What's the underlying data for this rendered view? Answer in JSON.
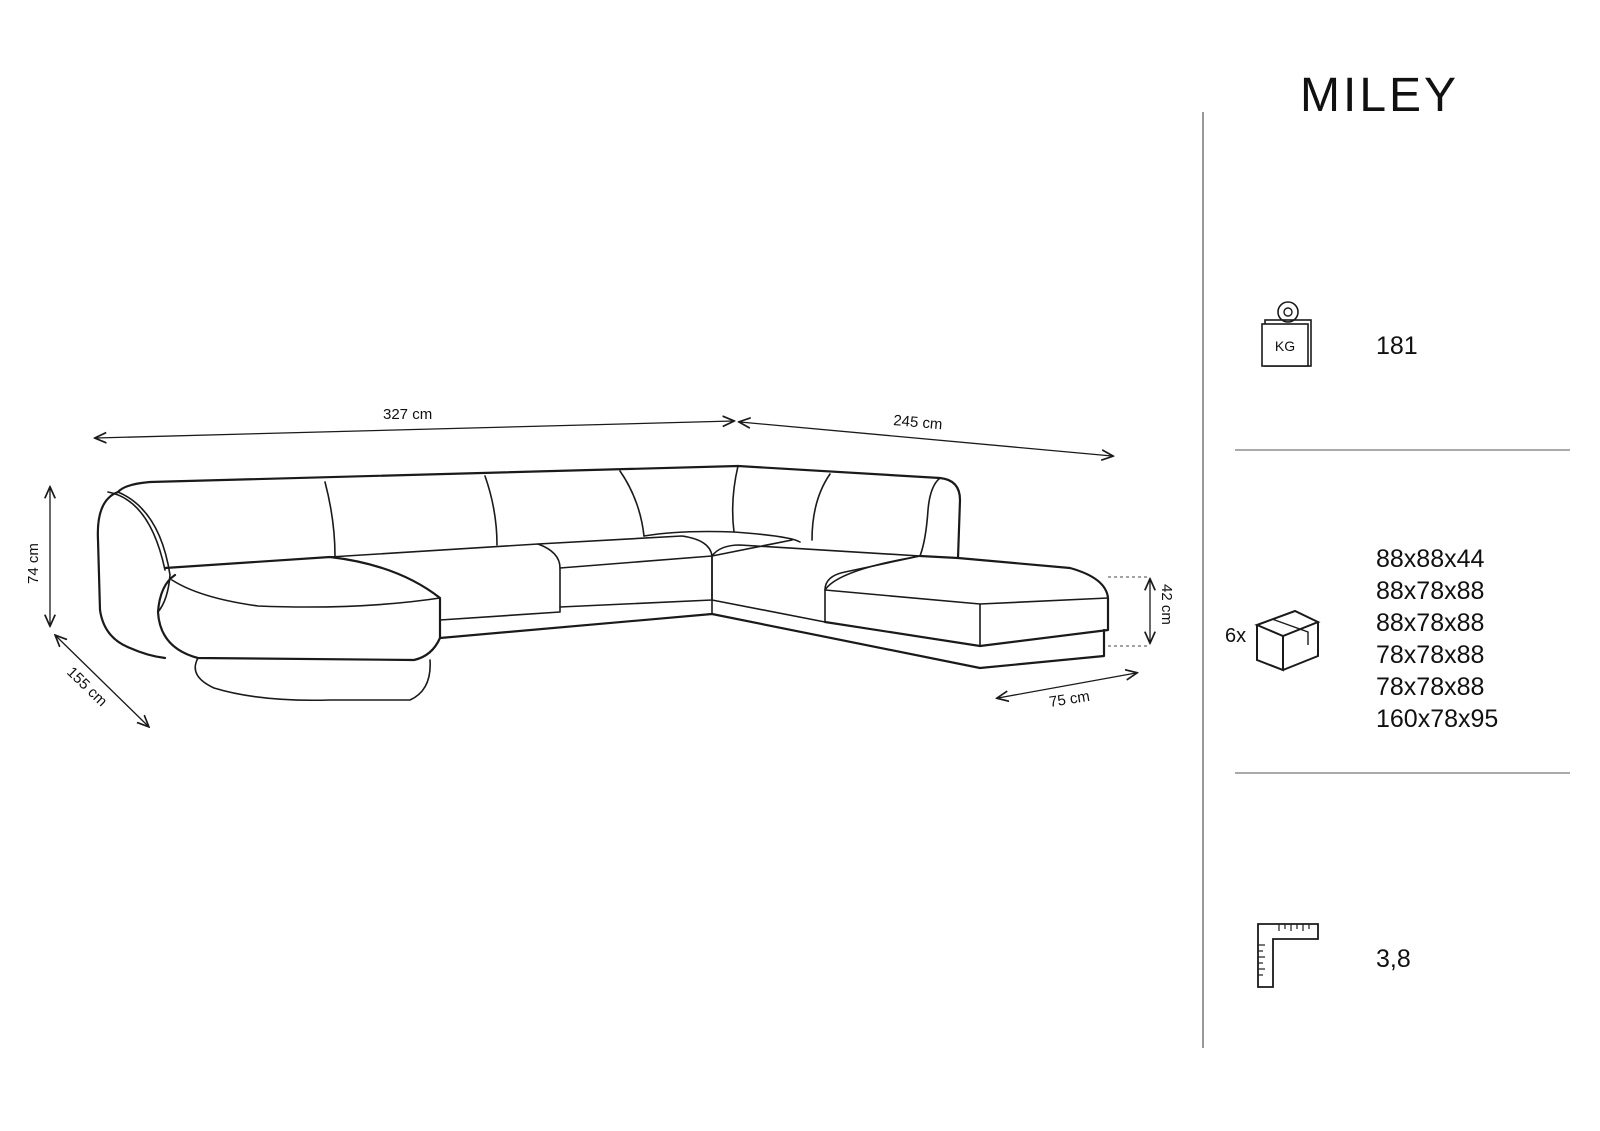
{
  "product": {
    "name": "MILEY"
  },
  "dimensions": {
    "width_left": "327 cm",
    "width_right": "245 cm",
    "height": "74 cm",
    "depth_left": "155 cm",
    "seat_height": "42 cm",
    "depth_right": "75 cm"
  },
  "specs": {
    "weight": {
      "icon": "kg-weight-icon",
      "value": "181",
      "icon_label": "KG"
    },
    "packages": {
      "icon": "box-icon",
      "count_label": "6x",
      "sizes": [
        "88x88x44",
        "88x78x88",
        "88x78x88",
        "78x78x88",
        "78x78x88",
        "160x78x95"
      ]
    },
    "volume": {
      "icon": "ruler-corner-icon",
      "value": "3,8"
    }
  }
}
